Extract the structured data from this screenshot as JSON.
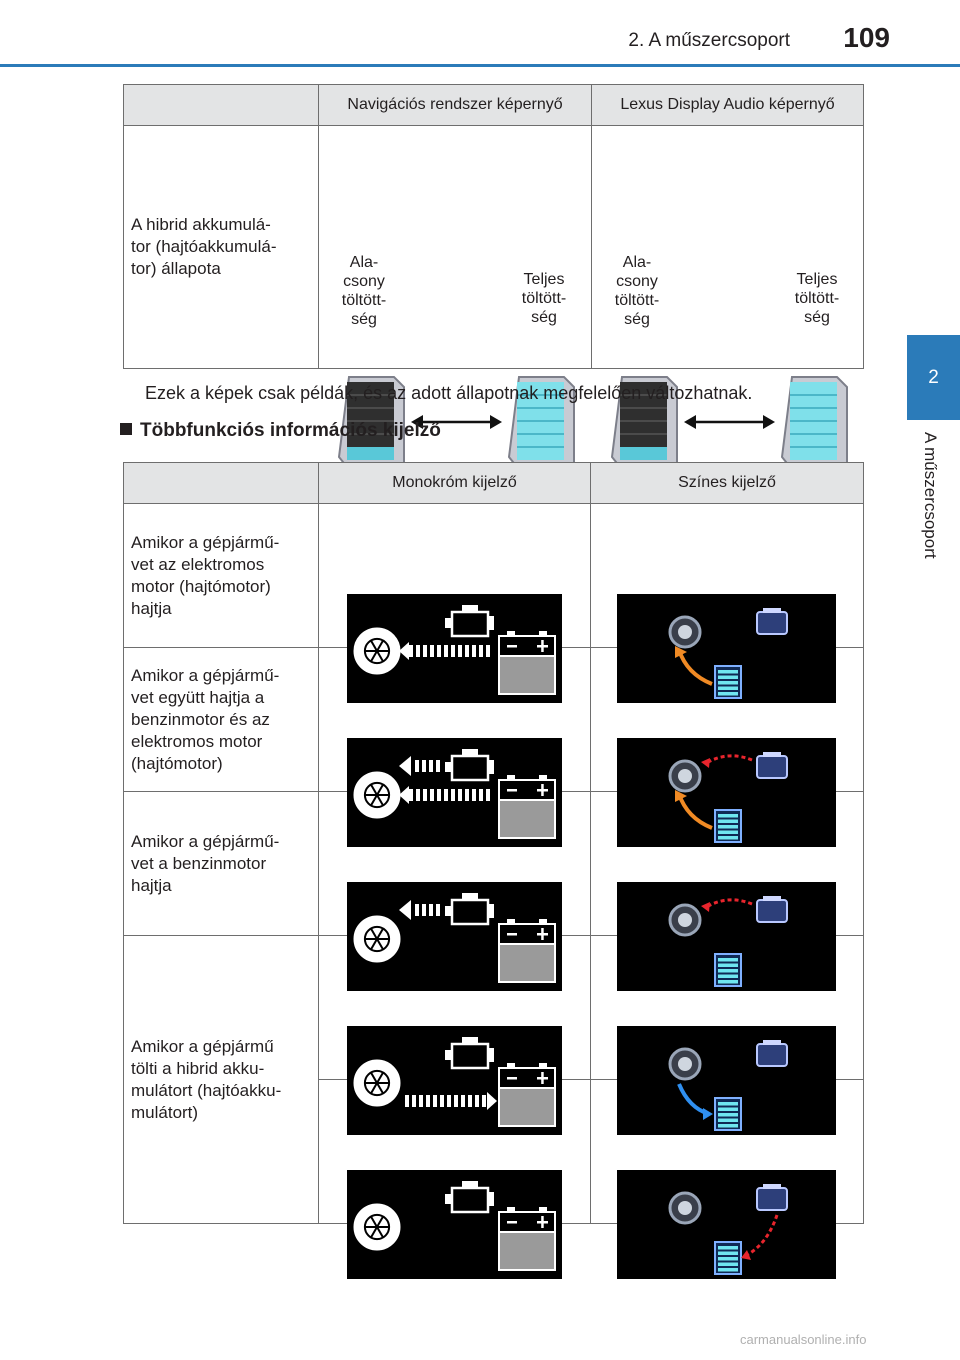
{
  "header": {
    "chapter_title": "2. A műszercsoport",
    "page_number": "109"
  },
  "side_tab": {
    "number": "2",
    "label": "A műszercsoport"
  },
  "table1": {
    "headers": [
      "",
      "Navigációs rendszer képernyő",
      "Lexus Display Audio képernyő"
    ],
    "row_label": "A hibrid akkumulá-\ntor (hajtóakkumulá-\ntor) állapota",
    "low_label": "Ala-\ncsony\ntöltött-\nség",
    "full_label": "Teljes\ntöltött-\nség"
  },
  "note": "Ezek a képek csak példák, és az adott állapotnak megfelelően változhatnak.",
  "section_heading": "Többfunkciós információs kijelző",
  "table2": {
    "headers": [
      "",
      "Monokróm kijelző",
      "Színes kijelző"
    ],
    "rows": [
      {
        "label": "Amikor a gépjármű-\nvet az elektromos\nmotor (hajtómotor)\nhajtja"
      },
      {
        "label": "Amikor a gépjármű-\nvet együtt hajtja a\nbenzinmotor és az\nelektromos motor\n(hajtómotor)"
      },
      {
        "label": "Amikor a gépjármű-\nvet a benzinmotor\nhajtja"
      },
      {
        "label": "Amikor a gépjármű\ntölti a hibrid akku-\nmulátort (hajtóakku-\nmulátort)"
      }
    ]
  },
  "footer": "carmanualsonline.info",
  "colors": {
    "accent": "#2b7bb9",
    "header_bg": "#e3e4e5"
  }
}
